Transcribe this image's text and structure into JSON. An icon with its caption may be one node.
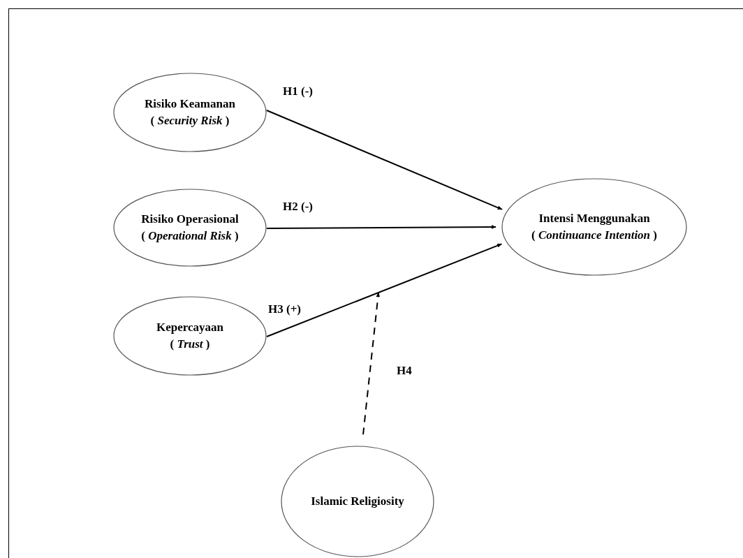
{
  "diagram": {
    "nodes": [
      {
        "text": [
          "Risiko Keamanan",
          "( *Security Risk* )"
        ]
      },
      {
        "text": [
          "Risiko Operasional",
          "( *Operational Risk* )"
        ]
      },
      {
        "text": [
          "Kepercayaan",
          "( *Trust* )"
        ]
      },
      {
        "text": [
          "Intensi Menggunakan",
          "( *Continuance Intention* )"
        ]
      },
      {
        "text": [
          "Islamic Religiosity"
        ]
      }
    ],
    "edges": [
      {
        "from": 0,
        "to": 3,
        "arrow": "to",
        "label": "H1 (-)"
      },
      {
        "from": 1,
        "to": 3,
        "arrow": "to",
        "label": "H2 (-)"
      },
      {
        "from": 2,
        "to": 3,
        "arrow": "to",
        "label": "H3 (+)"
      },
      {
        "from": 4,
        "to": null,
        "arrow": "to",
        "label": "H4",
        "style": "dashed"
      }
    ]
  }
}
